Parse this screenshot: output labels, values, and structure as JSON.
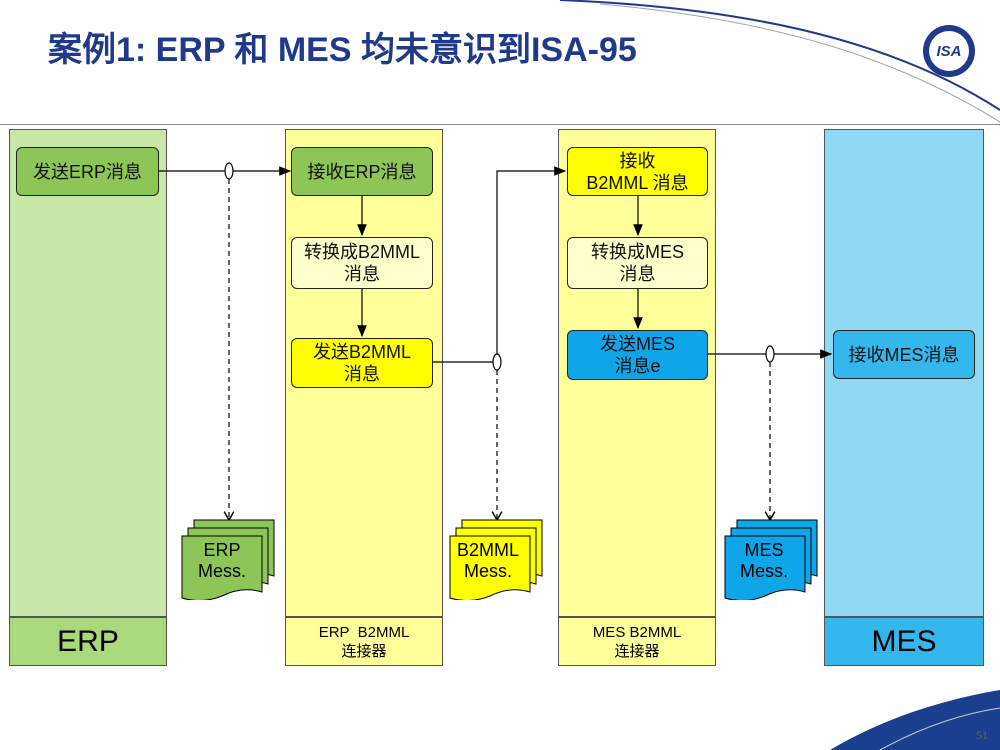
{
  "title": "案例1: ERP 和 MES 均未意识到ISA-95",
  "logo_text": "ISA",
  "page_number": "51",
  "colors": {
    "erp_lane": "#c8e6a8",
    "erp_foot": "#a9d97a",
    "erp_box": "#8dc656",
    "connector_lane": "#ffff99",
    "connector_box": "#ffff00",
    "mes_lane": "#8fd9f5",
    "mes_foot": "#33b7ec",
    "mes_box": "#0ea5e9",
    "title": "#1f3a8a"
  },
  "lanes": {
    "erp": {
      "label": "ERP"
    },
    "erp_connector": {
      "label_line1": "ERP  B2MML",
      "label_line2": "连接器"
    },
    "mes_connector": {
      "label_line1": "MES B2MML",
      "label_line2": "连接器"
    },
    "mes": {
      "label": "MES"
    }
  },
  "boxes": {
    "erp_send": "发送ERP消息",
    "erp_receive": "接收ERP消息",
    "to_b2mml": "转换成B2MML\n消息",
    "send_b2mml": "发送B2MML\n消息",
    "receive_b2mml": "接收\nB2MML 消息",
    "to_mes": "转换成MES\n消息",
    "send_mes": "发送MES\n消息e",
    "mes_receive": "接收MES消息"
  },
  "documents": {
    "erp_msg": "ERP\nMess.",
    "b2mml_msg": "B2MML\nMess.",
    "mes_msg": "MES\nMess."
  }
}
